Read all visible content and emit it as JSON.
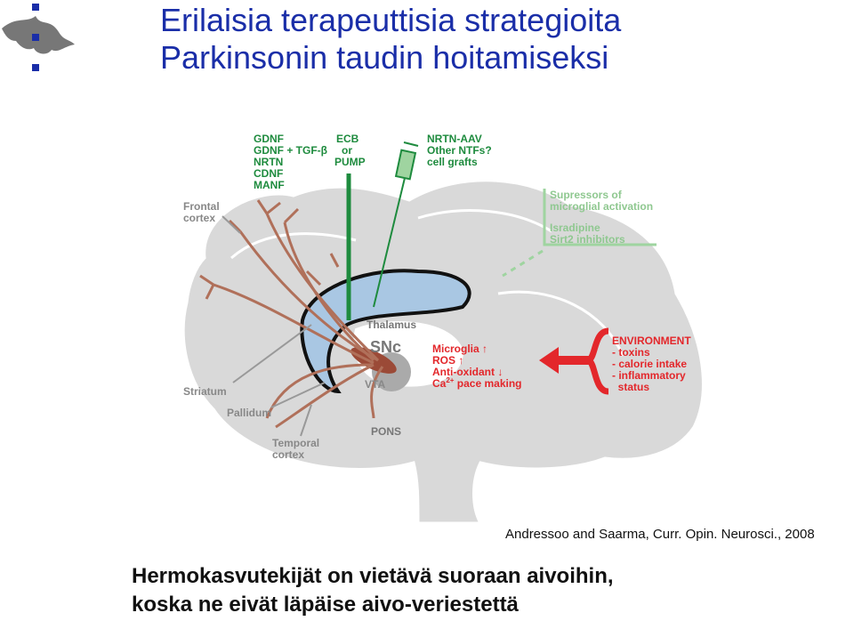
{
  "slide": {
    "title_line1": "Erilaisia terapeuttisia strategioita",
    "title_line2": "Parkinsonin taudin hoitamiseksi",
    "citation": "Andressoo and Saarma, Curr. Opin. Neurosci., 2008",
    "caption_line1": "Hermokasvutekijät on vietävä suoraan aivoihin,",
    "caption_line2": "koska ne eivät läpäise aivo-veriestettä"
  },
  "diagram": {
    "factors": [
      "GDNF",
      "GDNF + TGF-β",
      "NRTN",
      "CDNF",
      "MANF"
    ],
    "ecb": [
      "ECB",
      "or",
      "PUMP"
    ],
    "gene": [
      "NRTN-AAV",
      "Other NTFs?",
      "cell grafts"
    ],
    "suppressors": [
      "Supressors of",
      "microglial activation"
    ],
    "inhibitors": [
      "Isradipine",
      "Sirt2 inhibitors"
    ],
    "regions": {
      "frontal": [
        "Frontal",
        "cortex"
      ],
      "thalamus": "Thalamus",
      "snc": "SNc",
      "vta": "VTA",
      "pons": "PONS",
      "striatum": "Striatum",
      "pallidum": "Pallidum",
      "temporal": [
        "Temporal",
        "cortex"
      ]
    },
    "mechanisms": [
      "Microglia",
      "ROS",
      "Anti-oxidant",
      "Ca",
      "2+",
      " pace making"
    ],
    "environment": [
      "ENVIRONMENT",
      "- toxins",
      "- calorie intake",
      "- inflammatory",
      "  status"
    ]
  },
  "colors": {
    "title": "#1a2ea8",
    "brain": "#d9d9d9",
    "green": "#1e8b3e",
    "light_green": "#9fd4a0",
    "red": "#e3272b",
    "brown": "#b0705a",
    "blue": "#a9c7e3"
  }
}
